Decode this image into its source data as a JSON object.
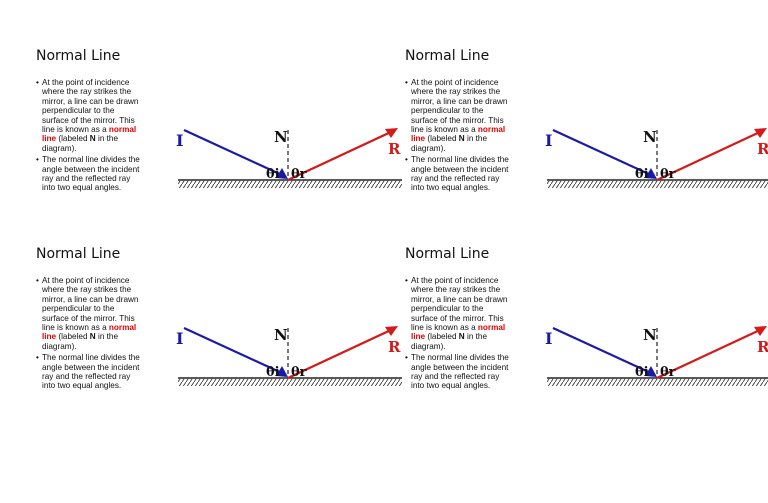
{
  "panel": {
    "title": "Normal Line",
    "bullet1_pre": "At the point of incidence where the ray strikes the mirror, a line can be drawn perpendicular to the surface of the mirror. This line is known as a",
    "bullet1_highlight": "normal line",
    "bullet1_mid": " (labeled ",
    "bullet1_label": "N",
    "bullet1_post": " in the diagram).",
    "bullet2": "The normal line divides the angle between the incident ray and the reflected ray into two equal angles."
  },
  "diagram": {
    "incident_label": "I",
    "normal_label": "N",
    "reflected_label": "R",
    "angle_i": "θi",
    "angle_r": "θr",
    "incident_color": "#1a1aa6",
    "reflected_color": "#d41a1a"
  }
}
